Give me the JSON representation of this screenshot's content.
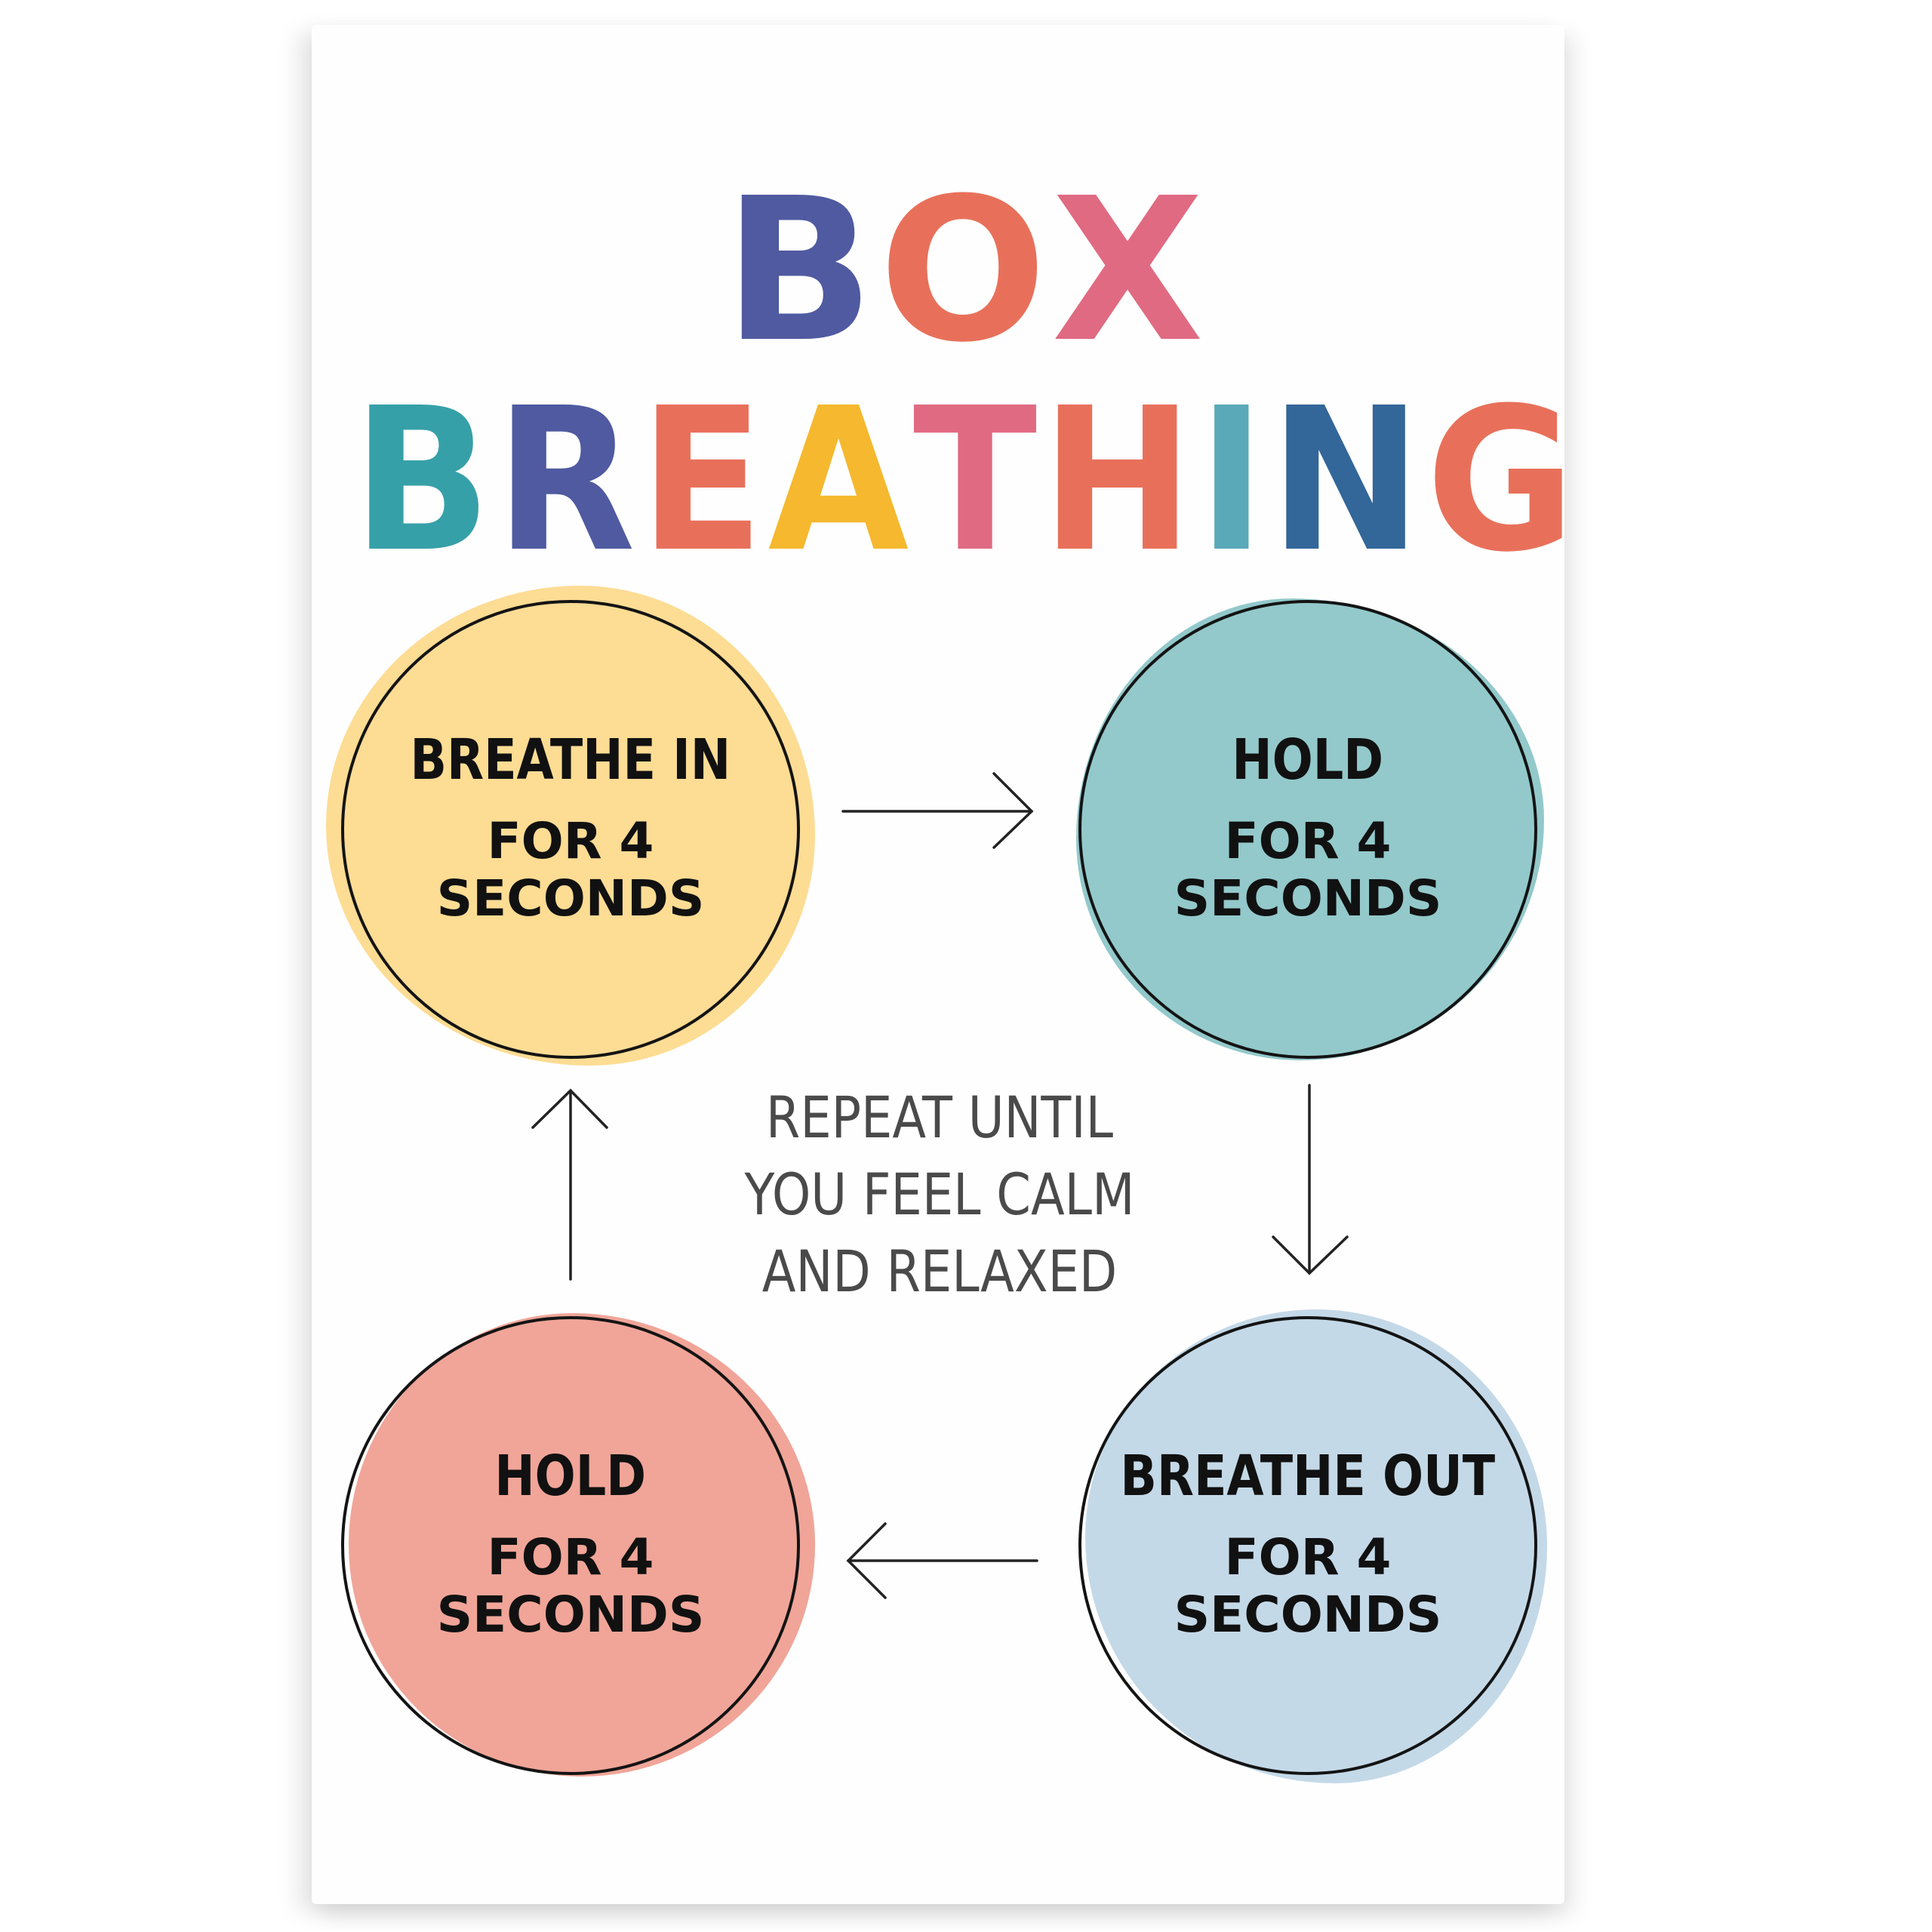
{
  "poster": {
    "title_line1": [
      "B",
      "O",
      "X"
    ],
    "title_line1_colors": [
      "#4f5aa0",
      "#e8705a",
      "#e06a82"
    ],
    "title_line2": [
      "B",
      "R",
      "E",
      "A",
      "T",
      "H",
      "I",
      "N",
      "G"
    ],
    "title_line2_colors": [
      "#36a0a8",
      "#4f5aa0",
      "#e8705a",
      "#f5b82e",
      "#e06a82",
      "#e8705a",
      "#5aa9b8",
      "#336699",
      "#e8705a"
    ],
    "steps": [
      {
        "action": "BREATHE IN",
        "line1": "FOR 4",
        "line2": "SECONDS",
        "color": "#fddc94"
      },
      {
        "action": "HOLD",
        "line1": "FOR 4",
        "line2": "SECONDS",
        "color": "#93c9cb"
      },
      {
        "action": "BREATHE OUT",
        "line1": "FOR 4",
        "line2": "SECONDS",
        "color": "#c4d9e8"
      },
      {
        "action": "HOLD",
        "line1": "FOR 4",
        "line2": "SECONDS",
        "color": "#f0a598"
      }
    ],
    "center_message": [
      "REPEAT UNTIL",
      "YOU FEEL CALM",
      "AND RELAXED"
    ]
  }
}
